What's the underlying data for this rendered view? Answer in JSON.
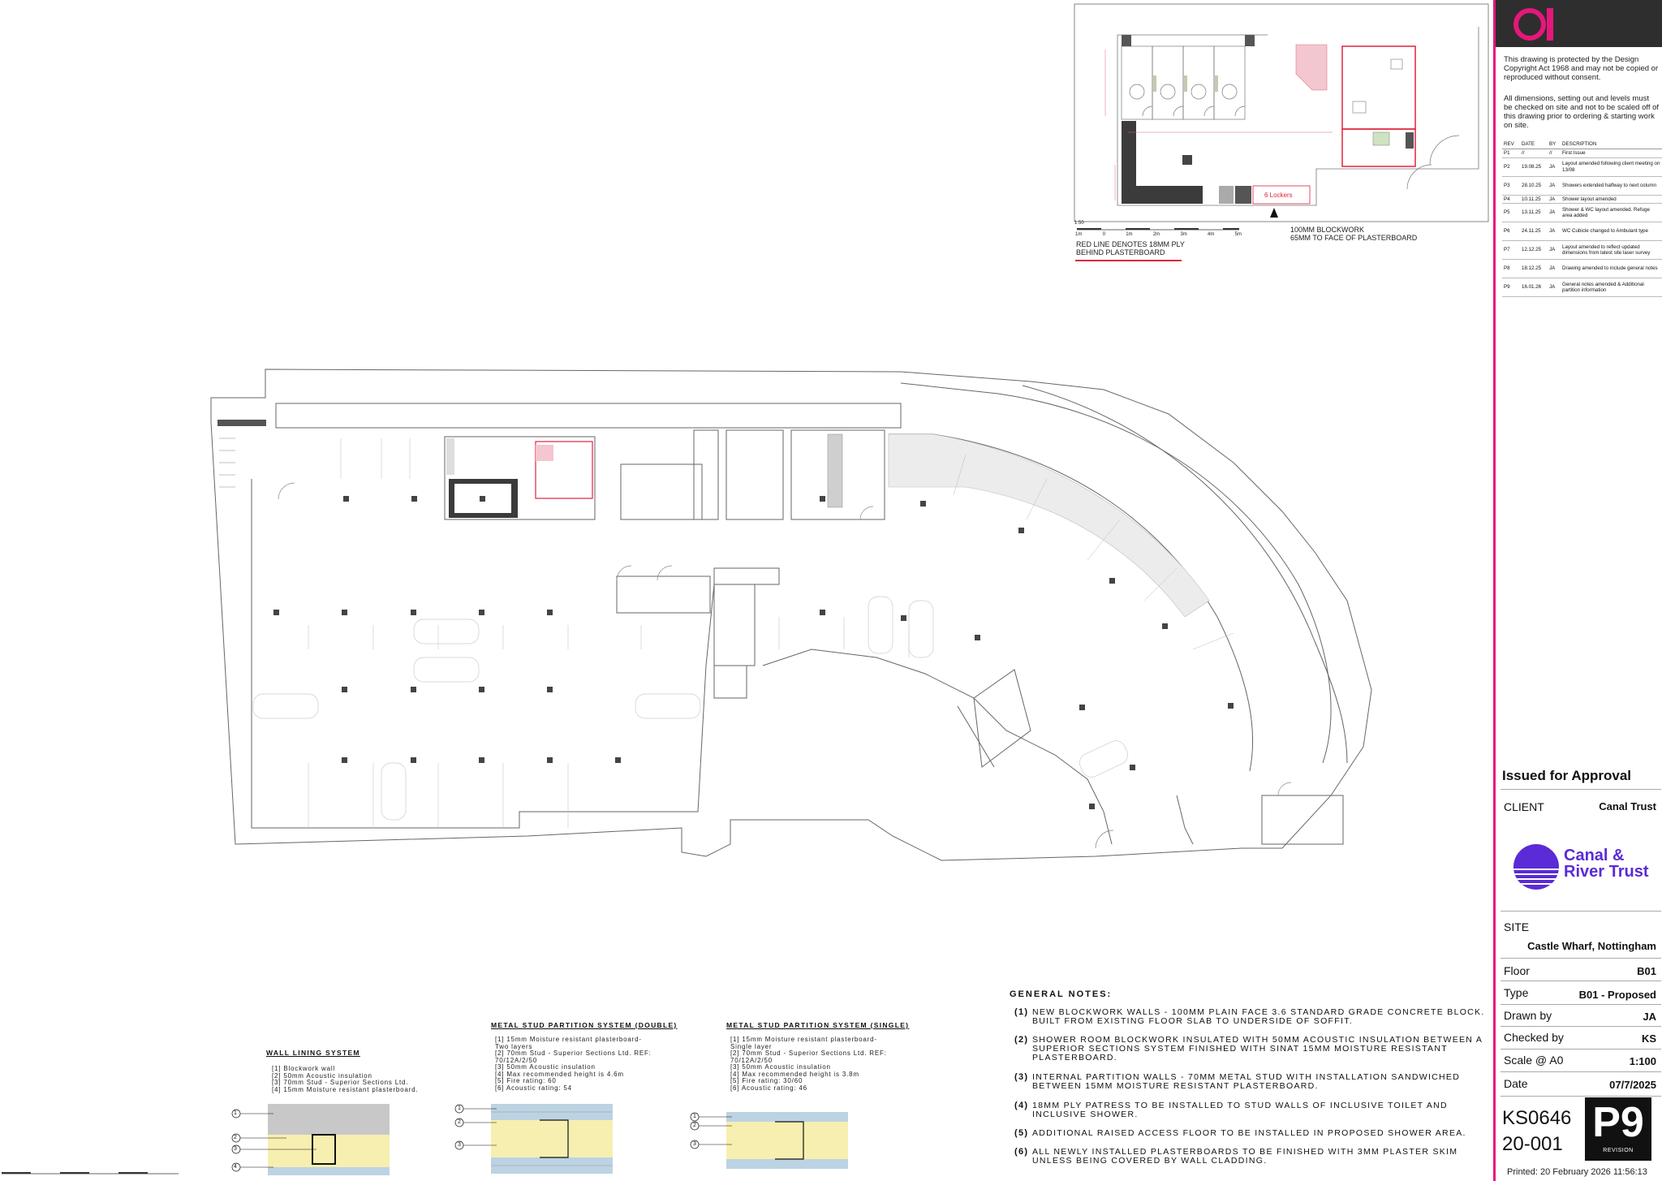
{
  "title_block": {
    "copyright_1": "This drawing is protected by the Design Copyright Act 1968 and may not be copied or reproduced without consent.",
    "copyright_2": "All dimensions, setting out and levels must be checked on site and not to be scaled off of this drawing prior to ordering & starting work on site.",
    "revision_headers": [
      "REV",
      "DATE",
      "BY",
      "DESCRIPTION"
    ],
    "revisions": [
      {
        "rev": "P1",
        "date": "//",
        "by": "//",
        "desc": "First Issue"
      },
      {
        "rev": "P2",
        "date": "19.08.25",
        "by": "JA",
        "desc": "Layout amended following client meeting on 13/08"
      },
      {
        "rev": "P3",
        "date": "28.10.25",
        "by": "JA",
        "desc": "Showers extended halfway to next column"
      },
      {
        "rev": "P4",
        "date": "10.11.25",
        "by": "JA",
        "desc": "Shower layout amended"
      },
      {
        "rev": "P5",
        "date": "13.11.25",
        "by": "JA",
        "desc": "Shower & WC layout amended. Refuge area added"
      },
      {
        "rev": "P6",
        "date": "24.11.25",
        "by": "JA",
        "desc": "WC Cubicle changed to Ambulant type"
      },
      {
        "rev": "P7",
        "date": "12.12.25",
        "by": "JA",
        "desc": "Layout amended to reflect updated dimensions from latest site laser survey"
      },
      {
        "rev": "P8",
        "date": "18.12.25",
        "by": "JA",
        "desc": "Drawing amended to include general notes"
      },
      {
        "rev": "P9",
        "date": "16.01.26",
        "by": "JA",
        "desc": "General notes amended & Additional partition information"
      }
    ],
    "issued": "Issued for Approval",
    "client_label": "CLIENT",
    "client_value": "Canal Trust",
    "client_logo_line1": "Canal &",
    "client_logo_line2": "River Trust",
    "site_label": "SITE",
    "site_value": "Castle Wharf, Nottingham",
    "floor_label": "Floor",
    "floor_value": "B01",
    "type_label": "Type",
    "type_value": "B01 - Proposed",
    "drawn_label": "Drawn by",
    "drawn_value": "JA",
    "checked_label": "Checked by",
    "checked_value": "KS",
    "scale_label": "Scale @ A0",
    "scale_value": "1:100",
    "date_label": "Date",
    "date_value": "07/7/2025",
    "project_no": "KS0646",
    "drawing_no": "20-001",
    "revision": "P9",
    "revision_label": "REVISION",
    "printed": "Printed: 20 February 2026 11:56:13"
  },
  "inset": {
    "red_line_note_1": "RED LINE DENOTES 18MM PLY",
    "red_line_note_2": "BEHIND PLASTERBOARD",
    "blockwork_note_1": "100MM BLOCKWORK",
    "blockwork_note_2": "65MM TO FACE OF PLASTERBOARD",
    "scale": "1:50",
    "scale_ticks": [
      "1m",
      "0",
      "1m",
      "2m",
      "3m",
      "4m",
      "5m"
    ],
    "lockers_label": "6 Lockers"
  },
  "general_notes": {
    "title": "GENERAL NOTES:",
    "items": [
      {
        "n": "(1)",
        "text": "NEW BLOCKWORK WALLS - 100MM PLAIN FACE 3.6 STANDARD GRADE CONCRETE BLOCK. BUILT FROM EXISTING FLOOR SLAB TO UNDERSIDE OF SOFFIT."
      },
      {
        "n": "(2)",
        "text": "SHOWER ROOM BLOCKWORK INSULATED WITH 50MM ACOUSTIC INSULATION BETWEEN A SUPERIOR SECTIONS SYSTEM FINISHED WITH SINAT 15MM MOISTURE RESISTANT PLASTERBOARD."
      },
      {
        "n": "(3)",
        "text": "INTERNAL PARTITION WALLS - 70MM METAL STUD WITH INSTALLATION SANDWICHED BETWEEN 15MM MOISTURE RESISTANT PLASTERBOARD."
      },
      {
        "n": "(4)",
        "text": "18MM PLY PATRESS TO BE INSTALLED TO STUD WALLS OF INCLUSIVE TOILET AND INCLUSIVE SHOWER."
      },
      {
        "n": "(5)",
        "text": "ADDITIONAL RAISED ACCESS FLOOR TO BE INSTALLED IN PROPOSED SHOWER AREA."
      },
      {
        "n": "(6)",
        "text": "ALL NEWLY INSTALLED PLASTERBOARDS TO BE FINISHED WITH 3MM PLASTER SKIM UNLESS BEING COVERED BY WALL CLADDING."
      }
    ]
  },
  "systems": [
    {
      "title": "WALL LINING SYSTEM",
      "items": [
        "[1] Blockwork wall",
        "[2] 50mm Acoustic insulation",
        "[3] 70mm Stud - Superior Sections Ltd.",
        "[4] 15mm Moisture resistant plasterboard."
      ],
      "callouts": [
        "1",
        "2",
        "3",
        "4"
      ]
    },
    {
      "title": "METAL STUD PARTITION SYSTEM (DOUBLE)",
      "items": [
        "[1] 15mm Moisture resistant plasterboard-",
        "     Two layers",
        "[2] 70mm Stud - Superior Sections Ltd. REF:",
        "     70/12A/2/50",
        "[3] 50mm Acoustic insulation",
        "[4] Max recommended height is 4.6m",
        "[5] Fire rating: 60",
        "[6] Acoustic rating: 54"
      ],
      "callouts": [
        "1",
        "2",
        "3"
      ]
    },
    {
      "title": "METAL STUD PARTITION SYSTEM (SINGLE)",
      "items": [
        "[1] 15mm Moisture resistant plasterboard-",
        "     Single layer",
        "[2] 70mm Stud - Superior Sections Ltd. REF:",
        "     70/12A/2/50",
        "[3] 50mm Acoustic insulation",
        "[4] Max recommended height is 3.8m",
        "[5] Fire rating: 30/60",
        "[6] Acoustic rating: 46"
      ],
      "callouts": [
        "1",
        "2",
        "3"
      ]
    }
  ],
  "colors": {
    "accent": "#e6177a",
    "client_brand": "#5a2bd6",
    "insulation": "#f7efb0",
    "plasterboard": "#bcd3e3",
    "blockwork": "#c8c8c8"
  }
}
